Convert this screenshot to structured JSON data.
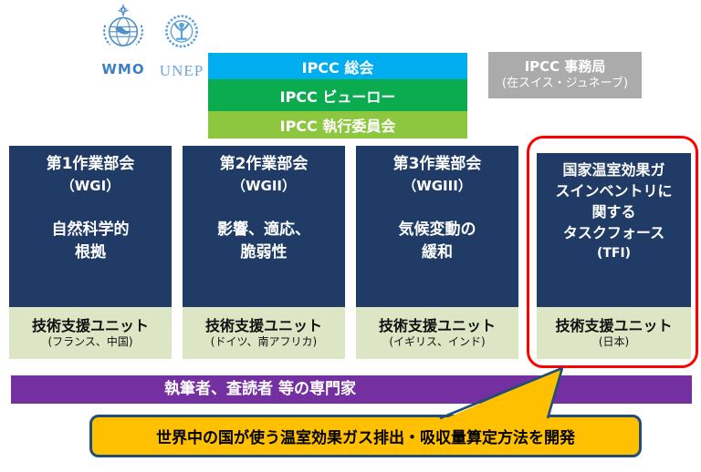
{
  "logos": {
    "wmo": {
      "label": "WMO"
    },
    "unep": {
      "label": "UNEP"
    }
  },
  "top_bars": {
    "assembly": {
      "label": "IPCC 総会"
    },
    "bureau": {
      "label": "IPCC ビューロー"
    },
    "executive": {
      "label": "IPCC 執行委員会"
    }
  },
  "secretariat": {
    "line1": "IPCC 事務局",
    "line2": "(在スイス・ジュネーブ)"
  },
  "working_groups": [
    {
      "title": "第1作業部会",
      "abbr": "（WGI）",
      "body": "自然科学的\n根拠",
      "tsu_label": "技術支援ユニット",
      "tsu_countries": "(フランス、中国)"
    },
    {
      "title": "第2作業部会",
      "abbr": "（WGII）",
      "body": "影響、適応、\n脆弱性",
      "tsu_label": "技術支援ユニット",
      "tsu_countries": "(ドイツ、南アフリカ)"
    },
    {
      "title": "第3作業部会",
      "abbr": "（WGIII）",
      "body": "気候変動の\n緩和",
      "tsu_label": "技術支援ユニット",
      "tsu_countries": "(イギリス、インド)"
    }
  ],
  "task_force": {
    "lines": "国家温室効果ガ\nスインベントリに\n関する\nタスクフォース",
    "abbr": "(TFI)",
    "tsu_label": "技術支援ユニット",
    "tsu_countries": "(日本)"
  },
  "experts_bar": {
    "label": "執筆者、査読者  等の専門家"
  },
  "callout": {
    "text": "世界中の国が使う温室効果ガス排出・吸収量算定方法を開発"
  },
  "colors": {
    "assembly_blue": "#00AEEF",
    "bureau_green": "#0BAB50",
    "executive_light_green": "#8DC63F",
    "working_group_navy": "#1F3B66",
    "tsu_light_green": "#DCE6C4",
    "secretariat_gray": "#ABABAB",
    "experts_purple": "#7430A0",
    "callout_yellow": "#FFC000",
    "callout_border_blue": "#1F4E79",
    "highlight_red": "#FF0000",
    "logo_blue": "#4E8FCB"
  }
}
